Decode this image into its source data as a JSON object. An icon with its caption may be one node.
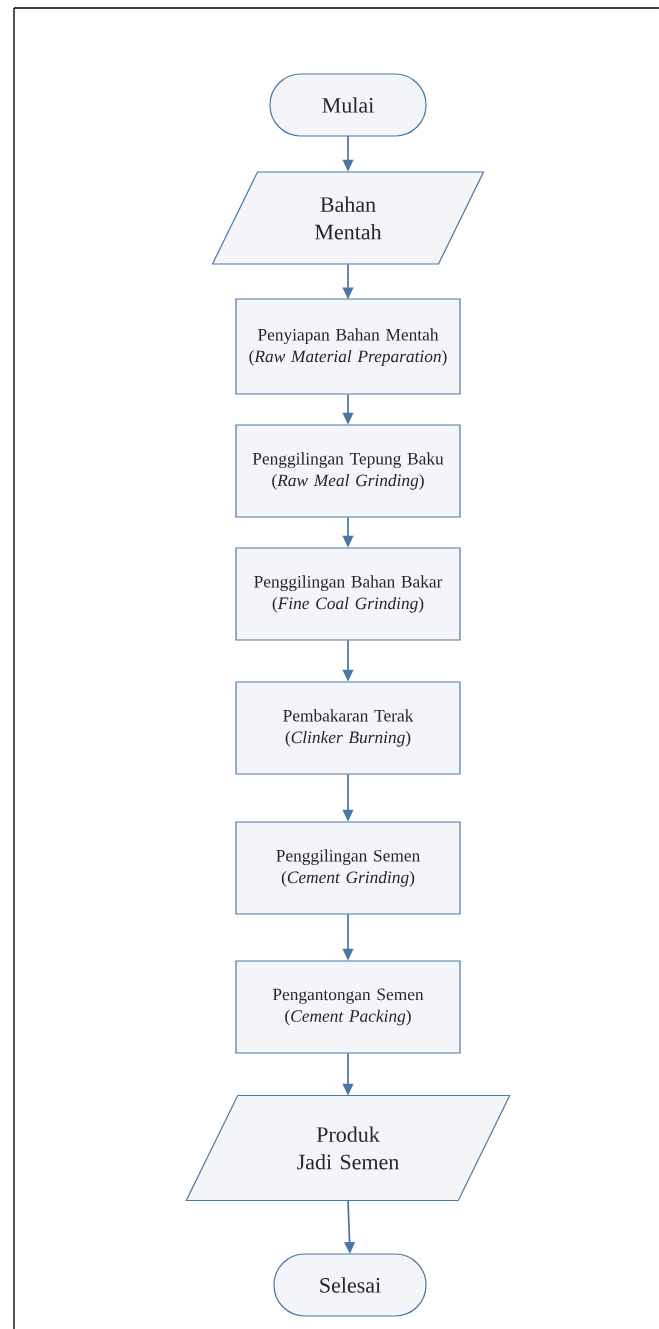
{
  "diagram": {
    "nodes": [
      {
        "text": [
          "Mulai"
        ]
      },
      {
        "text": [
          "Bahan Mentah"
        ]
      },
      {
        "text": [
          "Penyiapan Bahan Mentah (*Raw Material Preparation*)"
        ]
      },
      {
        "text": [
          "Penggilingan Tepung Baku (*Raw Meal Grinding*)"
        ]
      },
      {
        "text": [
          "Penggilingan Bahan Bakar (*Fine Coal Grinding*)"
        ]
      },
      {
        "text": [
          "Pembakaran Terak (*Clinker Burning*)"
        ]
      },
      {
        "text": [
          "Penggilingan Semen (*Cement Grinding*)"
        ]
      },
      {
        "text": [
          "Pengantongan Semen (*Cement Packing*)"
        ]
      },
      {
        "text": [
          "Produk Jadi Semen"
        ]
      },
      {
        "text": [
          "Selesai"
        ]
      }
    ],
    "edges": [
      {
        "from": 0,
        "to": 1,
        "arrow": "to"
      },
      {
        "from": 1,
        "to": 2,
        "arrow": "to"
      },
      {
        "from": 2,
        "to": 3,
        "arrow": "to"
      },
      {
        "from": 3,
        "to": 4,
        "arrow": "to"
      },
      {
        "from": 4,
        "to": 5,
        "arrow": "to"
      },
      {
        "from": 5,
        "to": 6,
        "arrow": "to"
      },
      {
        "from": 6,
        "to": 7,
        "arrow": "to"
      },
      {
        "from": 7,
        "to": 8,
        "arrow": "to"
      },
      {
        "from": 8,
        "to": 9,
        "arrow": "to"
      }
    ]
  }
}
